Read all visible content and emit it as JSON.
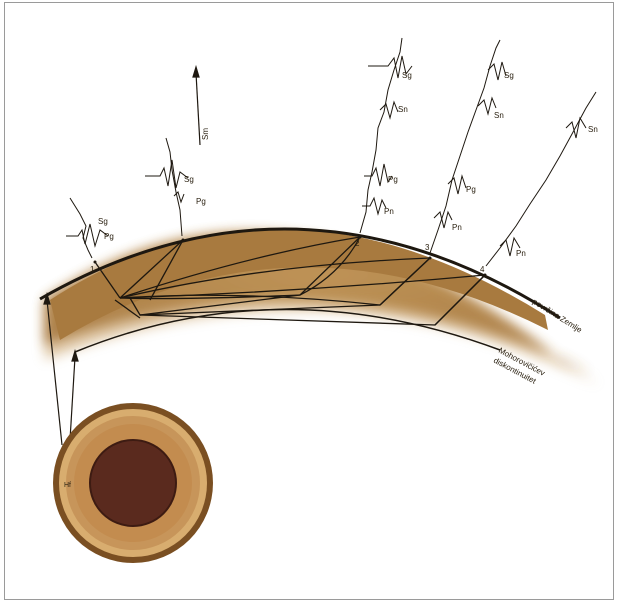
{
  "labels": {
    "surface": "površina Zemlje",
    "moho_line1": "Mohorovičićev",
    "moho_line2": "diskontinuitet",
    "up_arrow": "Sm",
    "focus": "Hf",
    "stations": [
      "1",
      "2",
      "3",
      "4"
    ]
  },
  "seismograms": [
    {
      "phases": [
        "Sg",
        "Pg"
      ]
    },
    {
      "phases": [
        "Sg",
        "Pg"
      ]
    },
    {
      "phases": [
        "Sg",
        "Sn",
        "Pg",
        "Pn"
      ]
    },
    {
      "phases": [
        "Sg",
        "Sn",
        "Pg",
        "Pn"
      ]
    },
    {
      "phases": [
        "Sn",
        "Pn"
      ]
    }
  ],
  "colors": {
    "crust": "#a8783a",
    "crust_dark": "#7a4f22",
    "mantle": "#d8ad6f",
    "core": "#5a2a1e",
    "ink": "#1e1810"
  }
}
